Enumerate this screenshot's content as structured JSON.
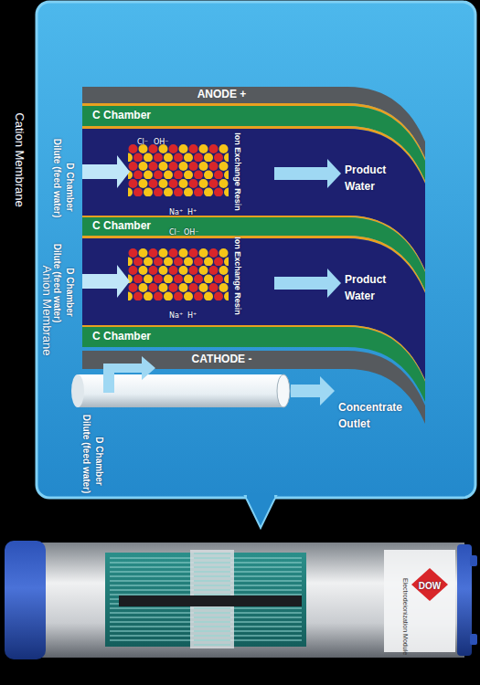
{
  "diagram": {
    "nodes": [
      {
        "text": [
          "ANODE +"
        ]
      },
      {
        "text": [
          "C Chamber"
        ]
      },
      {
        "text": [
          "C Chamber"
        ]
      },
      {
        "text": [
          "C Chamber"
        ]
      },
      {
        "text": [
          "CATHODE -"
        ]
      }
    ],
    "labels": [
      "Cation Membrane",
      "Anion Membrane",
      "Dilute (feed water)",
      "D Chamber",
      "Dilute (feed water)",
      "D Chamber",
      "Dilute (feed water)",
      "D Chamber",
      "Ion Exchange Resin",
      "Ion Exchange Resin",
      "Product Water",
      "Product Water",
      "Concentrate Outlet",
      "Cl⁻",
      "OH⁻",
      "Na⁺",
      "H⁺",
      "Cl⁻",
      "OH⁻",
      "Na⁺",
      "H⁺",
      "DOW",
      "Electrodeionization Module"
    ]
  }
}
